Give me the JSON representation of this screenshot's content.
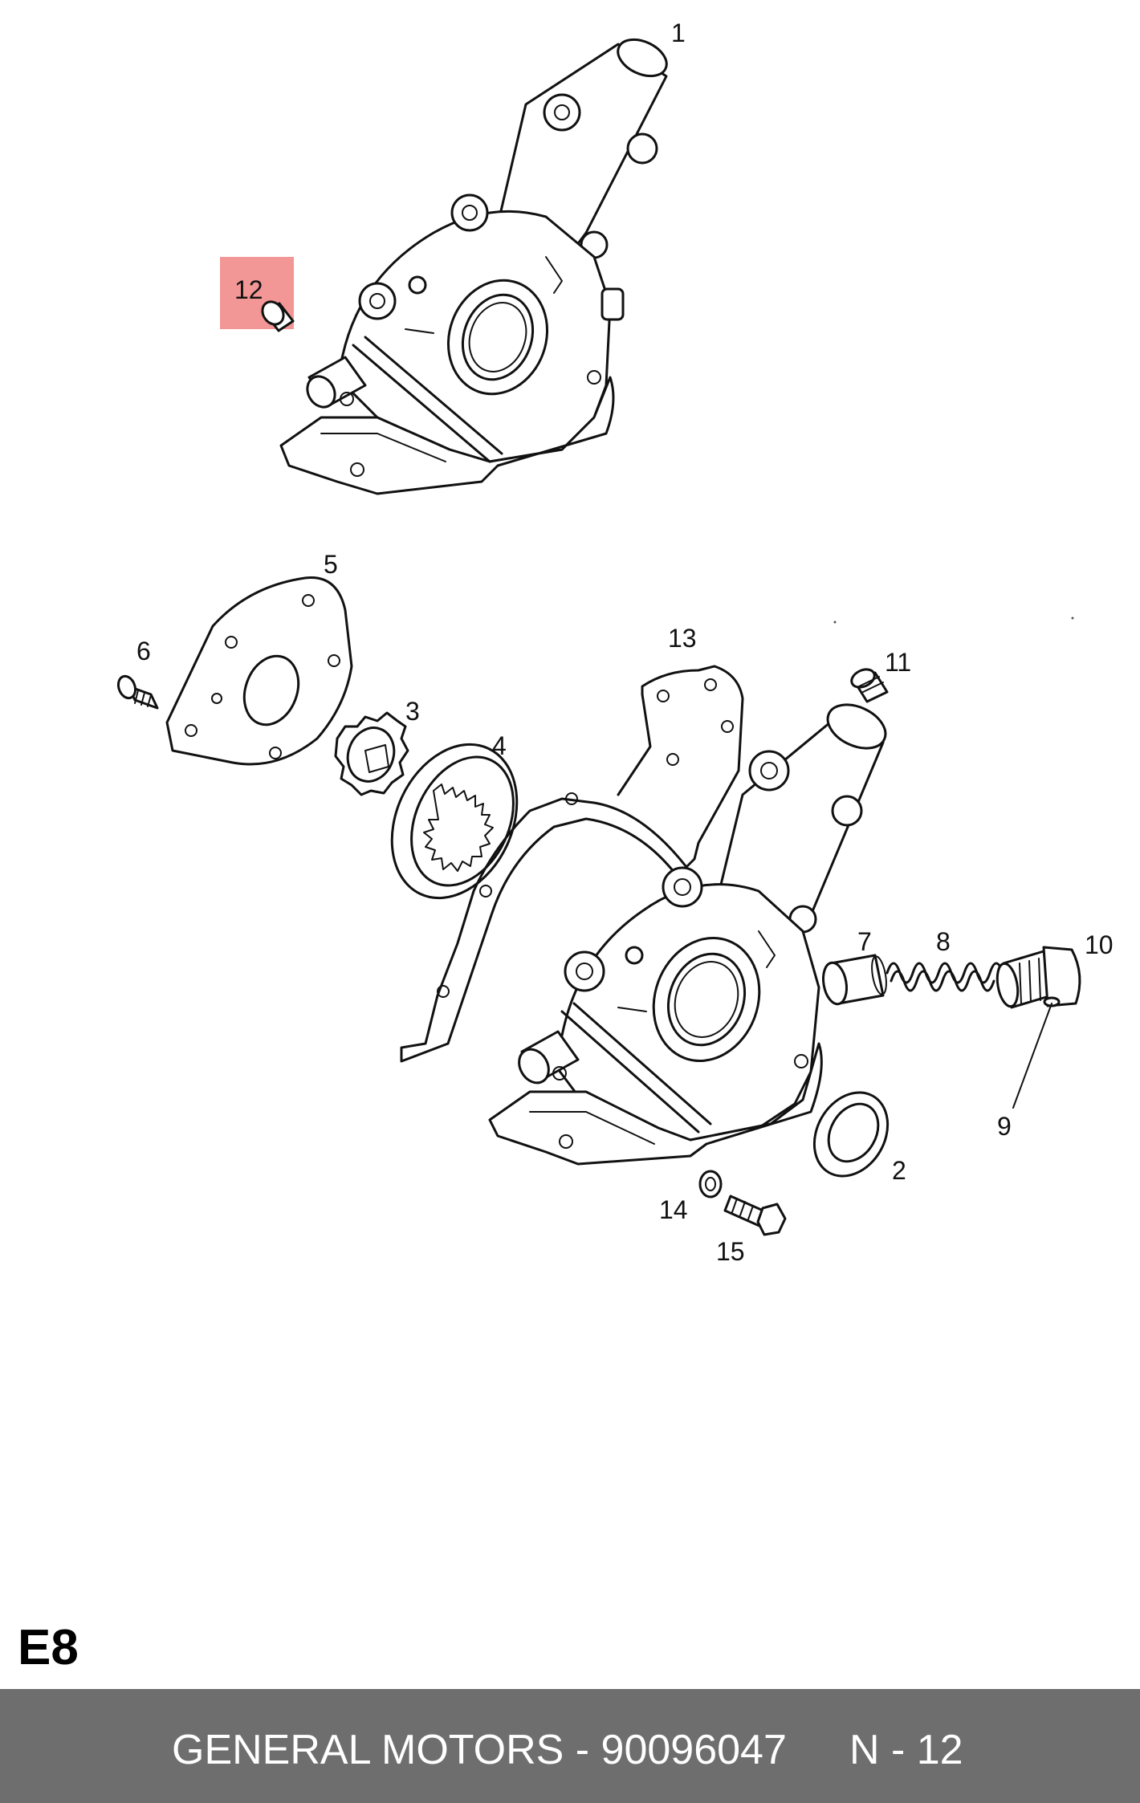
{
  "diagram": {
    "callouts": {
      "c1": "1",
      "c2": "2",
      "c3": "3",
      "c4": "4",
      "c5": "5",
      "c6": "6",
      "c7": "7",
      "c8": "8",
      "c9": "9",
      "c10": "10",
      "c11": "11",
      "c12": "12",
      "c13": "13",
      "c14": "14",
      "c15": "15"
    },
    "highlighted_callout": "12",
    "highlight_color": "#f28b8b"
  },
  "section_code": "E8",
  "footer": {
    "part_text": "GENERAL MOTORS - 90096047",
    "ref_text": "N - 12",
    "background": "#6e6e6e"
  }
}
